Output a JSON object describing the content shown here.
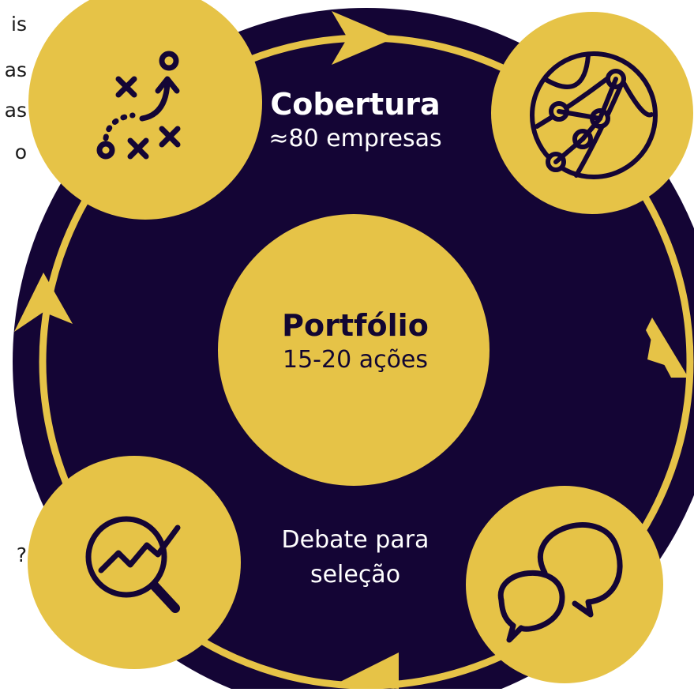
{
  "colors": {
    "navy": "#140535",
    "gold": "#e6c347",
    "white": "#ffffff"
  },
  "left_fragments": [
    "is",
    "as",
    "as",
    "o",
    "?"
  ],
  "top": {
    "title": "Cobertura",
    "subtitle": "≈80 empresas"
  },
  "center": {
    "title": "Portfólio",
    "subtitle": "15-20 ações"
  },
  "bottom": {
    "line1": "Debate para",
    "line2": "seleção"
  },
  "icons": {
    "top_left": "strategy-play-icon",
    "top_right": "globe-network-icon",
    "bottom_left": "analysis-magnifier-icon",
    "bottom_right": "chat-bubbles-icon"
  }
}
